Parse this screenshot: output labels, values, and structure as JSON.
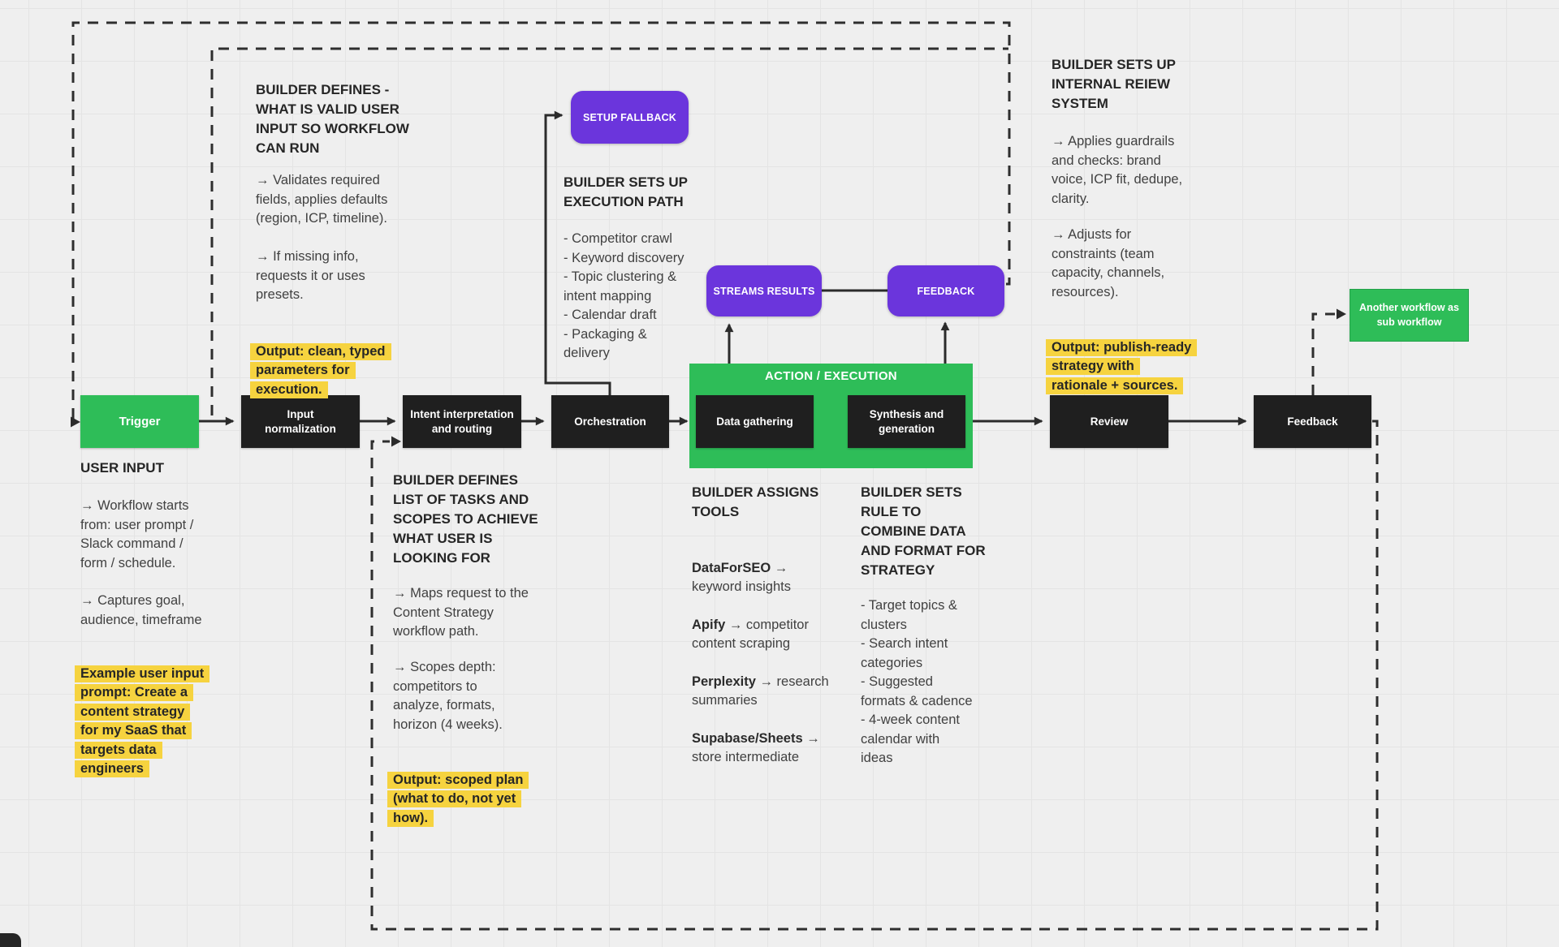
{
  "nodes": {
    "trigger": {
      "label": "Trigger"
    },
    "input": {
      "label": "Input\nnormalization"
    },
    "intent": {
      "label": "Intent interpretation\nand routing"
    },
    "orchestration": {
      "label": "Orchestration"
    },
    "data_gathering": {
      "label": "Data gathering"
    },
    "synthesis": {
      "label": "Synthesis and\ngeneration"
    },
    "review": {
      "label": "Review"
    },
    "feedback": {
      "label": "Feedback"
    }
  },
  "chips": {
    "setup_fallback": {
      "label": "SETUP FALLBACK"
    },
    "streams_results": {
      "label": "STREAMS RESULTS"
    },
    "feedback": {
      "label": "FEEDBACK"
    }
  },
  "containers": {
    "action_execution": {
      "title": "ACTION / EXECUTION"
    },
    "sub_workflow": {
      "label": "Another workflow as\nsub workflow"
    }
  },
  "annotations": {
    "valid_input": {
      "heading": "BUILDER DEFINES -\nWHAT IS VALID USER\nINPUT SO WORKFLOW\nCAN RUN",
      "para1": "→ Validates required\nfields, applies defaults\n(region, ICP, timeline).",
      "para2": "→ If missing info,\nrequests it or uses\npresets.",
      "output": "Output: clean, typed\nparameters for\nexecution."
    },
    "user_input": {
      "heading": "USER INPUT",
      "para1": "→ Workflow starts\nfrom: user prompt /\nSlack command /\nform / schedule.",
      "para2": "→ Captures goal,\naudience, timeframe",
      "output": "Example user input\nprompt: Create a\ncontent strategy\nfor my SaaS that\ntargets data\nengineers"
    },
    "tasks_scope": {
      "heading": "BUILDER DEFINES\nLIST OF TASKS AND\nSCOPES TO ACHIEVE\nWHAT USER IS\nLOOKING FOR",
      "para1": "→ Maps request to the\nContent Strategy\nworkflow path.",
      "para2": "→ Scopes depth:\ncompetitors to\nanalyze, formats,\nhorizon (4 weeks).",
      "output": "Output: scoped plan\n(what to do, not yet\nhow)."
    },
    "execution_path": {
      "heading": "BUILDER SETS UP\nEXECUTION PATH",
      "list": "- Competitor crawl\n- Keyword discovery\n- Topic clustering &\nintent mapping\n- Calendar draft\n- Packaging &\ndelivery"
    },
    "assign_tools": {
      "heading": "BUILDER ASSIGNS\nTOOLS",
      "tools": [
        {
          "name": "DataForSEO",
          "rest": " →\nkeyword insights"
        },
        {
          "name": "Apify",
          "rest": " → competitor\ncontent scraping"
        },
        {
          "name": "Perplexity",
          "rest": " → research\nsummaries"
        },
        {
          "name": "Supabase/Sheets",
          "rest": " →\nstore intermediate"
        }
      ]
    },
    "combine_rules": {
      "heading": "BUILDER SETS\nRULE TO\nCOMBINE DATA\nAND FORMAT FOR\nSTRATEGY",
      "list": "- Target topics &\nclusters\n- Search intent\ncategories\n- Suggested\nformats & cadence\n- 4-week content\ncalendar with\nideas"
    },
    "internal_review": {
      "heading": "BUILDER SETS UP\nINTERNAL REIEW\nSYSTEM",
      "para1": "→ Applies guardrails\nand checks: brand\nvoice, ICP fit, dedupe,\nclarity.",
      "para2": "→ Adjusts for\nconstraints (team\ncapacity, channels,\nresources).",
      "output": "Output: publish-ready\nstrategy with\nrationale + sources."
    }
  },
  "colors": {
    "green": "#2ebd58",
    "purple": "#6b35dc",
    "node_black": "#1f1f1f",
    "highlight_yellow": "#f6d33f",
    "canvas": "#efefef"
  }
}
